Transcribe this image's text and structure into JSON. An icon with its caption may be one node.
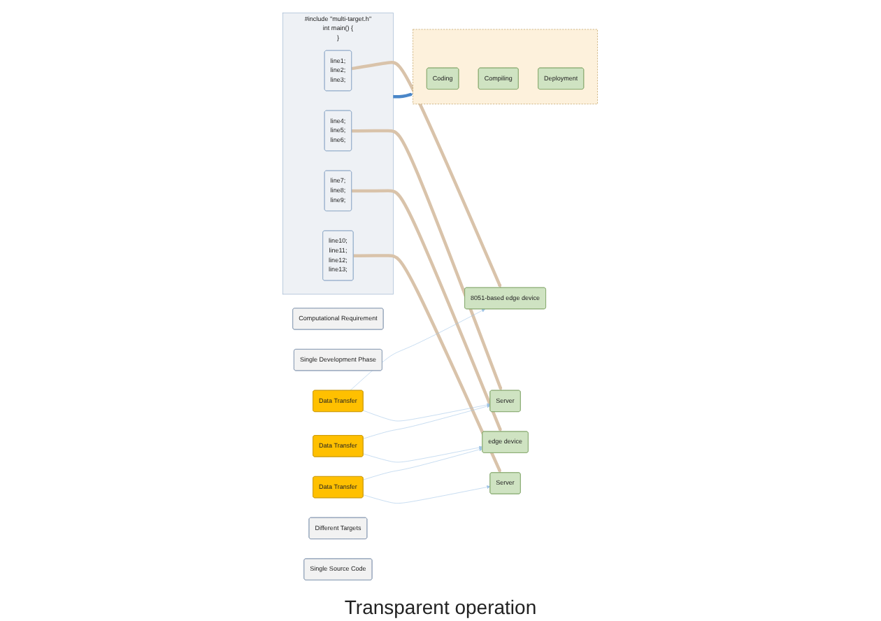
{
  "diagram": {
    "nodes": [
      {
        "text": [
          "Computational Requirement"
        ]
      },
      {
        "text": [
          "Single Development Phase"
        ]
      },
      {
        "text": [
          "#include \"multi-target.h\"",
          "int  main() {",
          "}"
        ]
      },
      {
        "text": [
          "line1;",
          "line2;",
          "line3;"
        ],
        "in": 2
      },
      {
        "text": [
          "line4;",
          "line5;",
          "line6;"
        ],
        "in": 2
      },
      {
        "text": [
          "line7;",
          "line8;",
          "line9;"
        ],
        "in": 2
      },
      {
        "text": [
          "line10;",
          "line11;",
          "line12;",
          "line13;"
        ],
        "in": 2
      },
      {
        "text": [],
        "shape": "box"
      },
      {
        "text": [
          "Coding"
        ],
        "in": 7
      },
      {
        "text": [
          "Compiling"
        ],
        "in": 7
      },
      {
        "text": [
          "Deployment"
        ],
        "in": 7
      },
      {
        "text": [
          "8051-based edge device"
        ]
      },
      {
        "text": [
          "Server"
        ]
      },
      {
        "text": [
          "edge device"
        ]
      },
      {
        "text": [
          "Server"
        ]
      },
      {
        "text": [
          "Data Transfer"
        ]
      },
      {
        "text": [
          "Data Transfer"
        ]
      },
      {
        "text": [
          "Data Transfer"
        ]
      },
      {
        "text": [
          "Different Targets"
        ]
      },
      {
        "text": [
          "Single Source Code"
        ]
      }
    ],
    "edges": [
      {
        "from": 2,
        "to": 7,
        "arrow": "to",
        "style": "thick",
        "color": "#4a86c8"
      },
      {
        "from": 3,
        "to": 11,
        "arrow": "to",
        "style": "thick",
        "color": "#d9c3aa"
      },
      {
        "from": 4,
        "to": 12,
        "arrow": "to",
        "style": "thick",
        "color": "#d9c3aa"
      },
      {
        "from": 5,
        "to": 13,
        "arrow": "to",
        "style": "thick",
        "color": "#d9c3aa"
      },
      {
        "from": 6,
        "to": 14,
        "arrow": "to",
        "style": "thick",
        "color": "#d9c3aa"
      },
      {
        "from": 15,
        "to": 11,
        "arrow": "to",
        "color": "#9dc3e6"
      },
      {
        "from": 15,
        "to": 12,
        "arrow": "to",
        "color": "#9dc3e6"
      },
      {
        "from": 16,
        "to": 12,
        "arrow": "to",
        "color": "#9dc3e6"
      },
      {
        "from": 16,
        "to": 13,
        "arrow": "to",
        "color": "#9dc3e6"
      },
      {
        "from": 17,
        "to": 13,
        "arrow": "to",
        "color": "#9dc3e6"
      },
      {
        "from": 17,
        "to": 14,
        "arrow": "to",
        "color": "#9dc3e6"
      }
    ],
    "labels": [
      "Transparent operation"
    ]
  }
}
